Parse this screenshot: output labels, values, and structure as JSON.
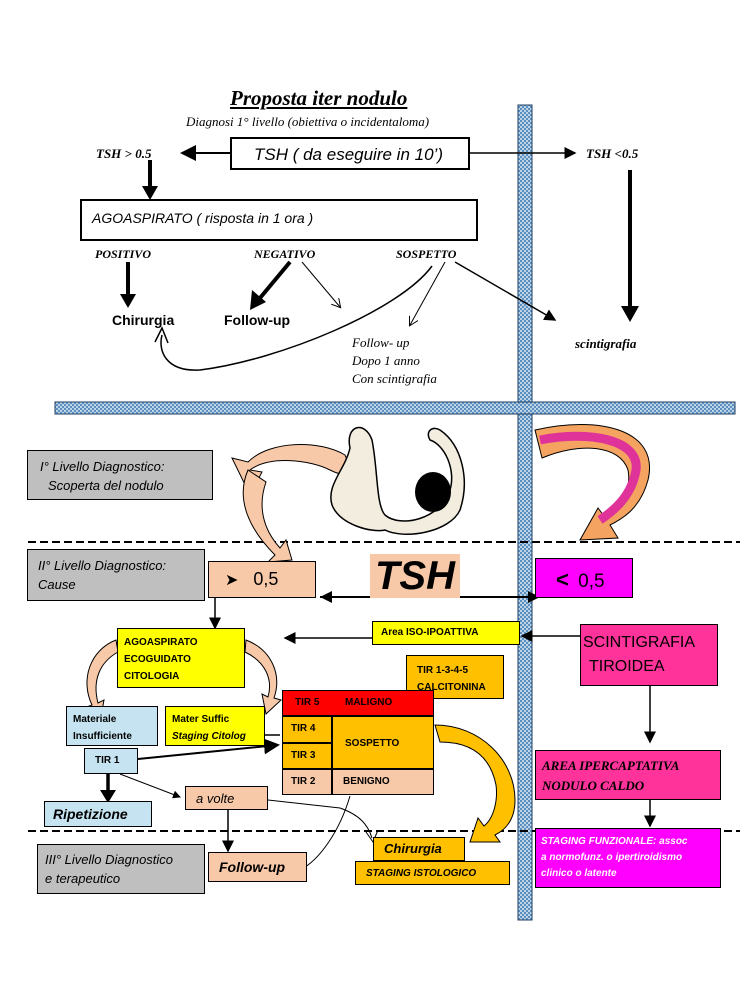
{
  "top": {
    "title": "Proposta iter nodulo",
    "subtitle": "Diagnosi 1° livello (obiettiva o incidentaloma)",
    "tsh_box": "TSH  ( da eseguire in 10’)",
    "tsh_high": "TSH > 0.5",
    "tsh_low": "TSH <0.5",
    "agoaspirato": "AGOASPIRATO  ( risposta in 1 ora )",
    "positivo": "POSITIVO",
    "negativo": "NEGATIVO",
    "sospetto": "SOSPETTO",
    "chirurgia": "Chirurgia",
    "followup": "Follow-up",
    "followup_note": [
      "Follow- up",
      "Dopo 1 anno",
      "Con scintigrafia"
    ],
    "scintigrafia": "scintigrafia"
  },
  "levels": {
    "level1": [
      "I° Livello Diagnostico:",
      "Scoperta del nodulo"
    ],
    "level2": [
      "II° Livello Diagnostico:",
      "Cause"
    ],
    "level3": [
      "III° Livello Diagnostico",
      "e terapeutico"
    ]
  },
  "bottom": {
    "tsh_big": "TSH",
    "gt05": "0,5",
    "lt_sign": "<",
    "lt05": "0,5",
    "area_iso": "Area ISO-IPOATTIVA",
    "scinti": [
      "SCINTIGRAFIA",
      "TIROIDEA"
    ],
    "agoaspirato_eco": [
      "AGOASPIRATO",
      "ECOGUIDATO",
      "CITOLOGIA"
    ],
    "tir_calcitonina": [
      "TIR 1-3-4-5",
      "CALCITONINA"
    ],
    "materiale": [
      "Materiale",
      "Insufficiente"
    ],
    "mater_suffic": [
      "Mater  Suffic",
      "Staging Citolog"
    ],
    "tir1": "TIR 1",
    "ripetizione": "Ripetizione",
    "a_volte": "a volte",
    "followup2": "Follow-up",
    "tir5": "TIR 5",
    "maligno": "MALIGNO",
    "tir4": "TIR 4",
    "tir3": "TIR 3",
    "sospetto2": "SOSPETTO",
    "tir2": "TIR 2",
    "benigno": "BENIGNO",
    "chirurgia2": "Chirurgia",
    "staging_istologico": "STAGING  ISTOLOGICO",
    "area_iper": [
      "AREA IPERCAPTATIVA",
      "NODULO CALDO"
    ],
    "staging_funz": [
      "STAGING FUNZIONALE: assoc",
      "a normofunz. o ipertiroidismo",
      "clinico o latente"
    ]
  },
  "colors": {
    "peach": "#f8c9a8",
    "yellow": "#ffff00",
    "gold": "#ffc000",
    "red": "#ff0000",
    "magenta": "#ff00ff",
    "pink": "#ff3399",
    "lightblue": "#c5e3f0",
    "grey": "#bfbfbf"
  }
}
